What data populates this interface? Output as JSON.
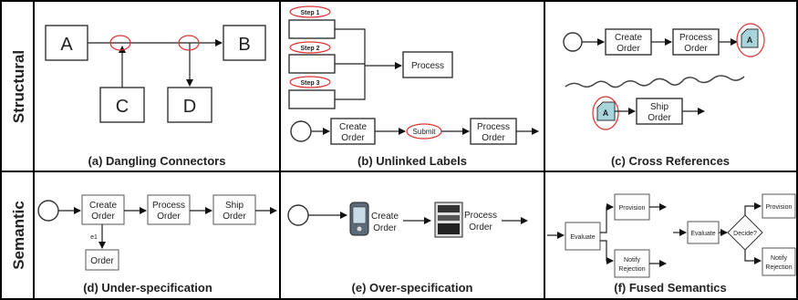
{
  "rows": {
    "structural": "Structural",
    "semantic": "Semantic"
  },
  "captions": {
    "a": "(a) Dangling Connectors",
    "b": "(b) Unlinked Labels",
    "c": "(c) Cross References",
    "d": "(d) Under-specification",
    "e": "(e) Over-specification",
    "f": "(f) Fused Semantics"
  },
  "panel_a": {
    "A": "A",
    "B": "B",
    "C": "C",
    "D": "D"
  },
  "panel_b": {
    "step1": "Step 1",
    "step2": "Step 2",
    "step3": "Step 3",
    "process": "Process",
    "create1": "Create",
    "create2": "Order",
    "submit": "Submit",
    "proc1": "Process",
    "proc2": "Order"
  },
  "panel_c": {
    "create1": "Create",
    "create2": "Order",
    "proc1": "Process",
    "proc2": "Order",
    "ref_a": "A",
    "ref_a2": "A",
    "ship1": "Ship",
    "ship2": "Order"
  },
  "panel_d": {
    "create1": "Create",
    "create2": "Order",
    "proc1": "Process",
    "proc2": "Order",
    "ship1": "Ship",
    "ship2": "Order",
    "e1": "e1",
    "order": "Order"
  },
  "panel_e": {
    "create1": "Create",
    "create2": "Order",
    "proc1": "Process",
    "proc2": "Order"
  },
  "panel_f": {
    "evaluate": "Evaluate",
    "provision": "Provision",
    "notify1": "Notify",
    "notify2": "Rejection",
    "evaluate2": "Evaluate",
    "decide": "Decide?",
    "provision2": "Provision",
    "notify3": "Notify",
    "notify4": "Rejection"
  }
}
